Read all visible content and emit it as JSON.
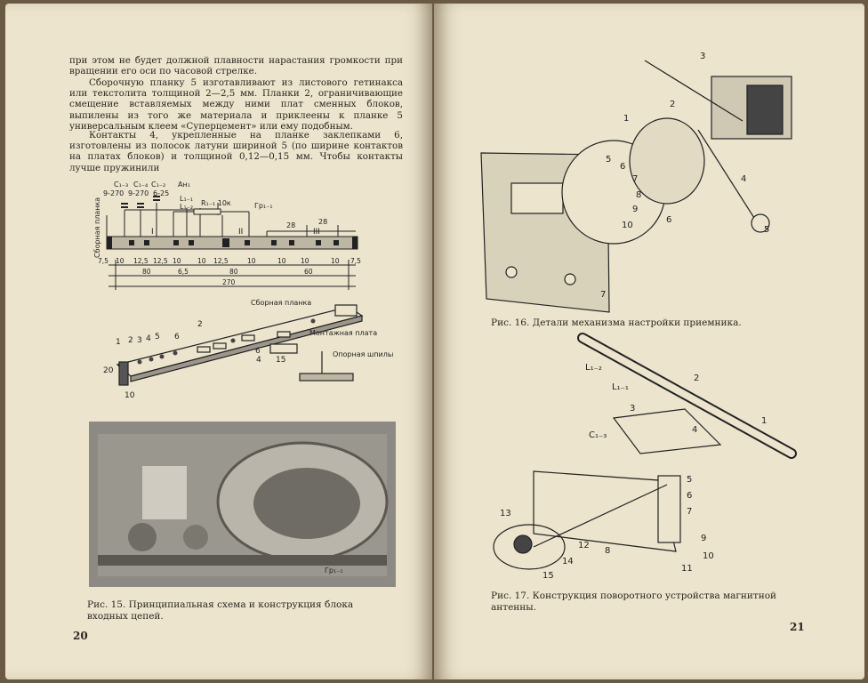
{
  "left_page": {
    "paragraphs": [
      "при этом не будет должной плавности нарастания громкости при вращении его оси по часовой стрелке.",
      "Сборочную планку 5 изготавливают из листового гетинакса или текстолита толщиной 2—2,5 мм. Планки 2, ограничивающие смещение вставляемых между ними плат сменных блоков, выпилены из того же материала и приклеены к планке 5 универсальным клеем «Суперцемент» или ему подобным.",
      "Контакты 4, укрепленные на планке заклепками 6, изготовлены из полосок латуни шириной 5 (по ширине контактов на платах блоков) и толщиной 0,12—0,15 мм. Чтобы контакты лучше пружинили"
    ],
    "schematic_labels": {
      "caps": [
        "C₁₋₃",
        "C₁₋₄",
        "C₁₋₂"
      ],
      "cap_values": [
        "9-270",
        "9-270",
        "6-25"
      ],
      "ant": "Aн₁",
      "coils": [
        "L₁₋₁",
        "L₁₋₂"
      ],
      "resistor": "R₁₋₁ 10к",
      "socket": "Гр₁₋₁",
      "side_label": "Сборная планка",
      "sections": [
        "I",
        "II",
        "III"
      ],
      "marks": [
        "28",
        "28"
      ]
    },
    "dimensions": {
      "row1": [
        "7,5",
        "10",
        "12,5",
        "12,5",
        "10",
        "10",
        "12,5",
        "10",
        "10",
        "10",
        "10",
        "7,5"
      ],
      "row2": [
        "80",
        "6,5",
        "80",
        "60"
      ],
      "total": "270"
    },
    "assembly_labels": {
      "title": "Сборная планка",
      "mount": "Монтажная плата",
      "pin": "Опорная шпилька",
      "numbers": [
        "1",
        "2",
        "3",
        "4",
        "5",
        "6",
        "2",
        "6",
        "4",
        "15",
        "20",
        "10"
      ]
    },
    "photo_labels": [
      "Гр₁₋₁"
    ],
    "caption": "Рис. 15. Принципиальная схема и конструкция блока входных цепей.",
    "page_number": "20"
  },
  "right_page": {
    "fig16_labels": [
      "1",
      "2",
      "3",
      "4",
      "5",
      "6",
      "7"
    ],
    "dial_numbers": [
      "5",
      "6",
      "7",
      "8",
      "9",
      "10"
    ],
    "caption16": "Рис. 16. Детали механизма настройки приемника.",
    "fig17_labels": [
      "L₁₋₂",
      "L₁₋₁",
      "1",
      "2",
      "3",
      "C₁₋₃",
      "4",
      "5",
      "6",
      "7",
      "8",
      "9",
      "10",
      "11",
      "12",
      "13",
      "14",
      "15"
    ],
    "caption17": "Рис. 17. Конструкция поворотного устройства магнитной антенны.",
    "page_number": "21"
  },
  "colors": {
    "paper": "#ece4cc",
    "ink": "#2b2620",
    "photo": "#8c8a82",
    "cover": "#6b5a43"
  }
}
